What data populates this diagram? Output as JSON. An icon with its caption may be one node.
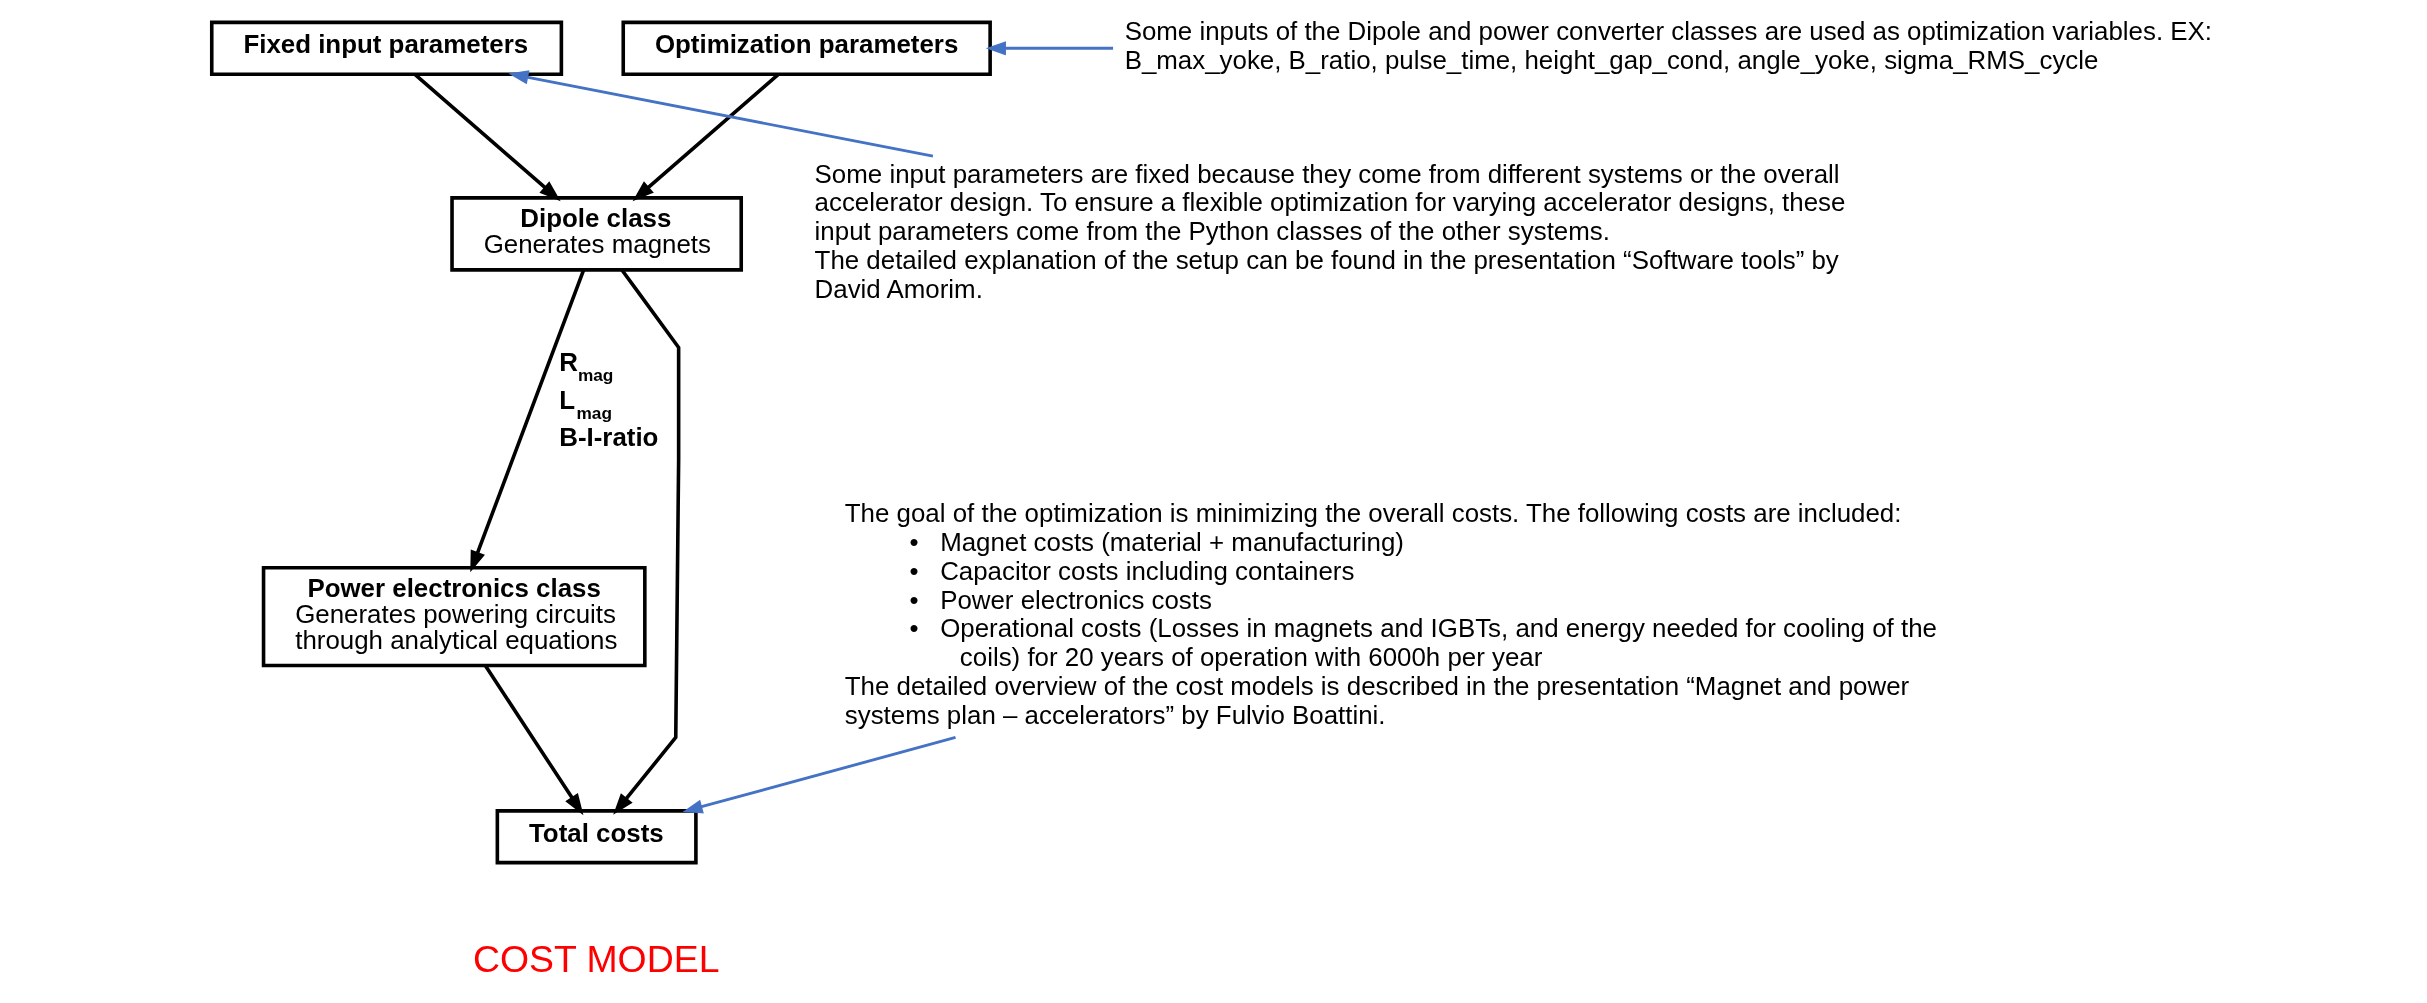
{
  "diagram": {
    "nodes": [
      {
        "text": [
          "Fixed input parameters"
        ]
      },
      {
        "text": [
          "Optimization parameters"
        ]
      },
      {
        "text": [
          "Dipole class",
          "Generates magnets"
        ]
      },
      {
        "text": [
          "Power electronics class",
          "Generates powering circuits through analytical equations"
        ]
      },
      {
        "text": [
          "Total costs"
        ],
        "beside": [
          "COST MODEL"
        ]
      },
      {
        "text": [
          "Some inputs of the Dipole and power converter classes are used as optimization variables. EX:  B_max_yoke, B_ratio, pulse_time, height_gap_cond, angle_yoke, sigma_RMS_cycle"
        ]
      },
      {
        "text": [
          "Some input parameters are fixed because they come from different systems or the overall accelerator design. To ensure a flexible optimization for varying accelerator designs, these input parameters come from the Python classes of the other systems.",
          "The detailed explanation of the setup can be found in the presentation “Software tools” by David Amorim."
        ]
      },
      {
        "text": [
          "The goal of the optimization is minimizing the overall costs. The following costs are included:",
          "•   Magnet costs (material + manufacturing)",
          "•   Capacitor costs including containers",
          "•   Power electronics costs",
          "•   Operational costs (Losses in magnets and IGBTs, and energy needed for cooling of the coils) for 20 years of operation with 6000h per year",
          "The detailed overview of the cost models is described in the presentation “Magnet and power systems plan – accelerators” by Fulvio Boattini."
        ]
      }
    ],
    "edges": [
      {
        "from": 0,
        "to": 2,
        "arrow": "to"
      },
      {
        "from": 1,
        "to": 2,
        "arrow": "to"
      },
      {
        "from": 2,
        "to": 3,
        "arrow": "to",
        "label": "R$_{mag}$ L$_{mag}$ B-I-ratio"
      },
      {
        "from": 2,
        "to": 4,
        "arrow": "to"
      },
      {
        "from": 3,
        "to": 4,
        "arrow": "to"
      },
      {
        "from": 5,
        "to": 1,
        "arrow": "to",
        "color": "#4472c4"
      },
      {
        "from": 6,
        "to": 0,
        "arrow": "to",
        "color": "#4472c4"
      },
      {
        "from": 7,
        "to": 4,
        "arrow": "to",
        "color": "#4472c4"
      }
    ]
  }
}
